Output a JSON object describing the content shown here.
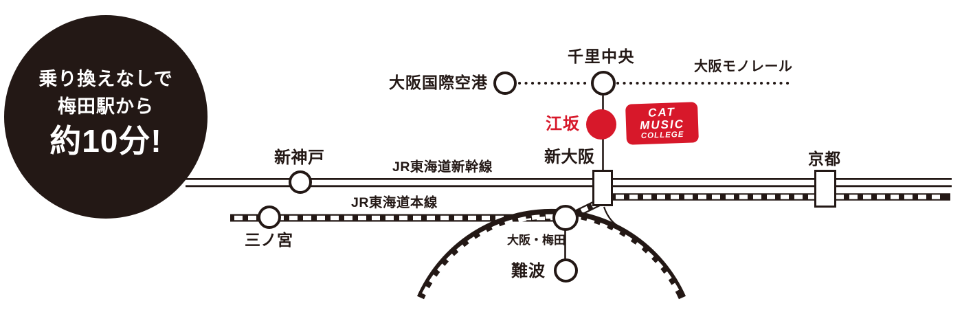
{
  "colors": {
    "ink": "#231815",
    "red": "#d7182a",
    "white": "#ffffff"
  },
  "badge": {
    "line1": "乗り換えなしで",
    "line2": "梅田駅から",
    "line3": "約10分!"
  },
  "lines": {
    "monorail": "大阪モノレール",
    "shinkansen": "JR東海道新幹線",
    "tokaido_main": "JR東海道本線"
  },
  "stations": {
    "osaka_airport": "大阪国際空港",
    "senri_chuo": "千里中央",
    "esaka": "江坂",
    "shin_osaka": "新大阪",
    "shin_kobe": "新神戸",
    "kyoto": "京都",
    "sannomiya": "三ノ宮",
    "osaka_umeda": "大阪・梅田",
    "namba": "難波"
  },
  "logo": {
    "line1": "CAT",
    "line2": "MUSIC",
    "line3": "COLLEGE"
  }
}
